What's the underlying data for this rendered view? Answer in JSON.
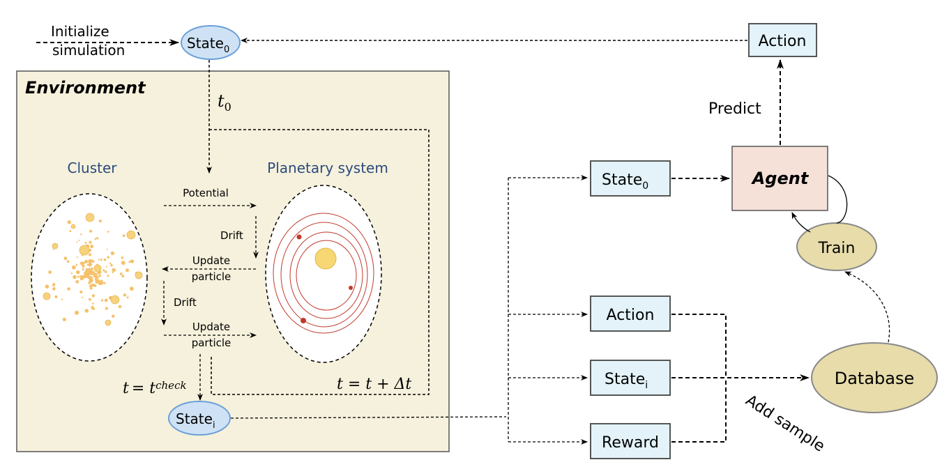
{
  "init": {
    "line1": "Initialize",
    "line2": "simulation"
  },
  "state0_top": {
    "label": "State",
    "sub": "0"
  },
  "action_top": {
    "label": "Action"
  },
  "environment": {
    "title": "Environment",
    "t0": "t",
    "t0_sub": "0",
    "cluster_label": "Cluster",
    "planetary_label": "Planetary system",
    "potential": "Potential",
    "drift1": "Drift",
    "update1_l1": "Update",
    "update1_l2": "particle",
    "drift2": "Drift",
    "update2_l1": "Update",
    "update2_l2": "particle",
    "tcheck_t": "t",
    "tcheck_eq": "= t",
    "tcheck_sub": "check",
    "tdt": "t = t + Δt"
  },
  "state_i_env": {
    "label": "State",
    "sub": "i"
  },
  "right": {
    "state0": {
      "label": "State",
      "sub": "0"
    },
    "agent": "Agent",
    "predict": "Predict",
    "train": "Train",
    "action": "Action",
    "state_i": {
      "label": "State",
      "sub": "i"
    },
    "reward": "Reward",
    "database": "Database",
    "add_sample": "Add sample"
  },
  "colors": {
    "env_bg": "#f5f1dc",
    "state_ellipse": "#cfe2f5",
    "state_ellipse_border": "#6a9fd8",
    "box_fill": "#e3f3f9",
    "box_border": "#555555",
    "agent_fill": "#f5e1d8",
    "train_fill": "#e7dcaa",
    "label_blue": "#2c4a7c",
    "orbit": "#c0392b",
    "sun": "#f7d774"
  }
}
